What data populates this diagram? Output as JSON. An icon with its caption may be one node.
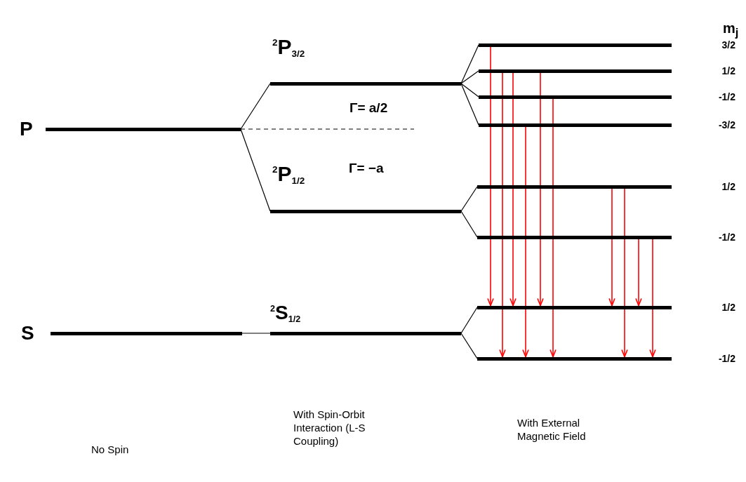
{
  "diagram": {
    "nodes": [
      {
        "text": [
          "P"
        ]
      },
      {
        "text": [
          "S"
        ]
      },
      {
        "text": [
          "$^{2}$P$_{3/2}$"
        ]
      },
      {
        "text": [
          "$^{2}$P$_{1/2}$"
        ]
      },
      {
        "text": [
          "$^{2}$S$_{1/2}$"
        ]
      },
      {
        "text": [],
        "shape": "bar"
      },
      {
        "text": [],
        "shape": "bar"
      },
      {
        "text": [],
        "shape": "bar"
      },
      {
        "text": [],
        "shape": "bar"
      },
      {
        "text": [],
        "shape": "bar"
      },
      {
        "text": [],
        "shape": "bar"
      },
      {
        "text": [],
        "shape": "bar"
      },
      {
        "text": [],
        "shape": "bar"
      }
    ],
    "edges": [
      {
        "from": 0,
        "to": 2,
        "arrow": "none"
      },
      {
        "from": 0,
        "to": 3,
        "arrow": "none"
      },
      {
        "from": 1,
        "to": 4,
        "arrow": "none"
      },
      {
        "from": 2,
        "to": 5,
        "arrow": "none"
      },
      {
        "from": 2,
        "to": 6,
        "arrow": "none"
      },
      {
        "from": 2,
        "to": 7,
        "arrow": "none"
      },
      {
        "from": 2,
        "to": 8,
        "arrow": "none"
      },
      {
        "from": 3,
        "to": 9,
        "arrow": "none"
      },
      {
        "from": 3,
        "to": 10,
        "arrow": "none"
      },
      {
        "from": 4,
        "to": 11,
        "arrow": "none"
      },
      {
        "from": 4,
        "to": 12,
        "arrow": "none"
      },
      {
        "from": 0,
        "to": null,
        "arrow": "none",
        "style": "dashed"
      },
      {
        "from": 5,
        "to": 11,
        "arrow": "to",
        "color": "#ff0000"
      },
      {
        "from": 6,
        "to": 12,
        "arrow": "to",
        "color": "#ff0000"
      },
      {
        "from": 6,
        "to": 11,
        "arrow": "to",
        "color": "#ff0000"
      },
      {
        "from": 8,
        "to": 12,
        "arrow": "to",
        "color": "#ff0000"
      },
      {
        "from": 6,
        "to": 11,
        "arrow": "to",
        "color": "#ff0000"
      },
      {
        "from": 7,
        "to": 12,
        "arrow": "to",
        "color": "#ff0000"
      },
      {
        "from": 9,
        "to": 11,
        "arrow": "to",
        "color": "#ff0000"
      },
      {
        "from": 9,
        "to": 12,
        "arrow": "to",
        "color": "#ff0000"
      },
      {
        "from": 10,
        "to": 11,
        "arrow": "to",
        "color": "#ff0000"
      },
      {
        "from": 10,
        "to": 12,
        "arrow": "to",
        "color": "#ff0000"
      }
    ],
    "labels": [
      "m$_{j}$",
      "3/2",
      "1/2",
      "-1/2",
      "Γ= a/2",
      "-3/2",
      "Γ= −a",
      "1/2",
      "-1/2",
      "1/2",
      "-1/2",
      "No Spin",
      "With Spin-Orbit Interaction (L-S Coupling)",
      "With External Magnetic Field"
    ]
  }
}
